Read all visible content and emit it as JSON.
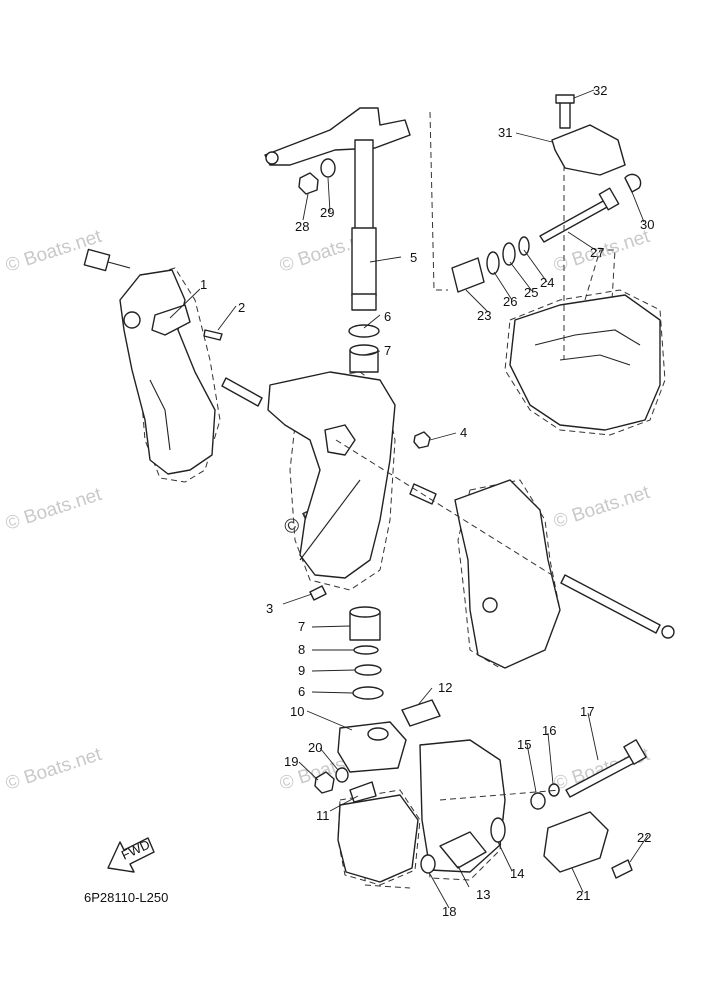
{
  "diagram": {
    "code": "6P28110-L250",
    "fwd_label": "FWD",
    "copyright": "© Boats.net",
    "watermark": "© Boats.net",
    "callouts": [
      "1",
      "2",
      "3",
      "4",
      "5",
      "6",
      "7",
      "7",
      "8",
      "9",
      "6",
      "10",
      "11",
      "12",
      "13",
      "14",
      "15",
      "16",
      "17",
      "18",
      "19",
      "20",
      "21",
      "22",
      "23",
      "24",
      "25",
      "26",
      "27",
      "28",
      "29",
      "30",
      "31",
      "32"
    ]
  }
}
